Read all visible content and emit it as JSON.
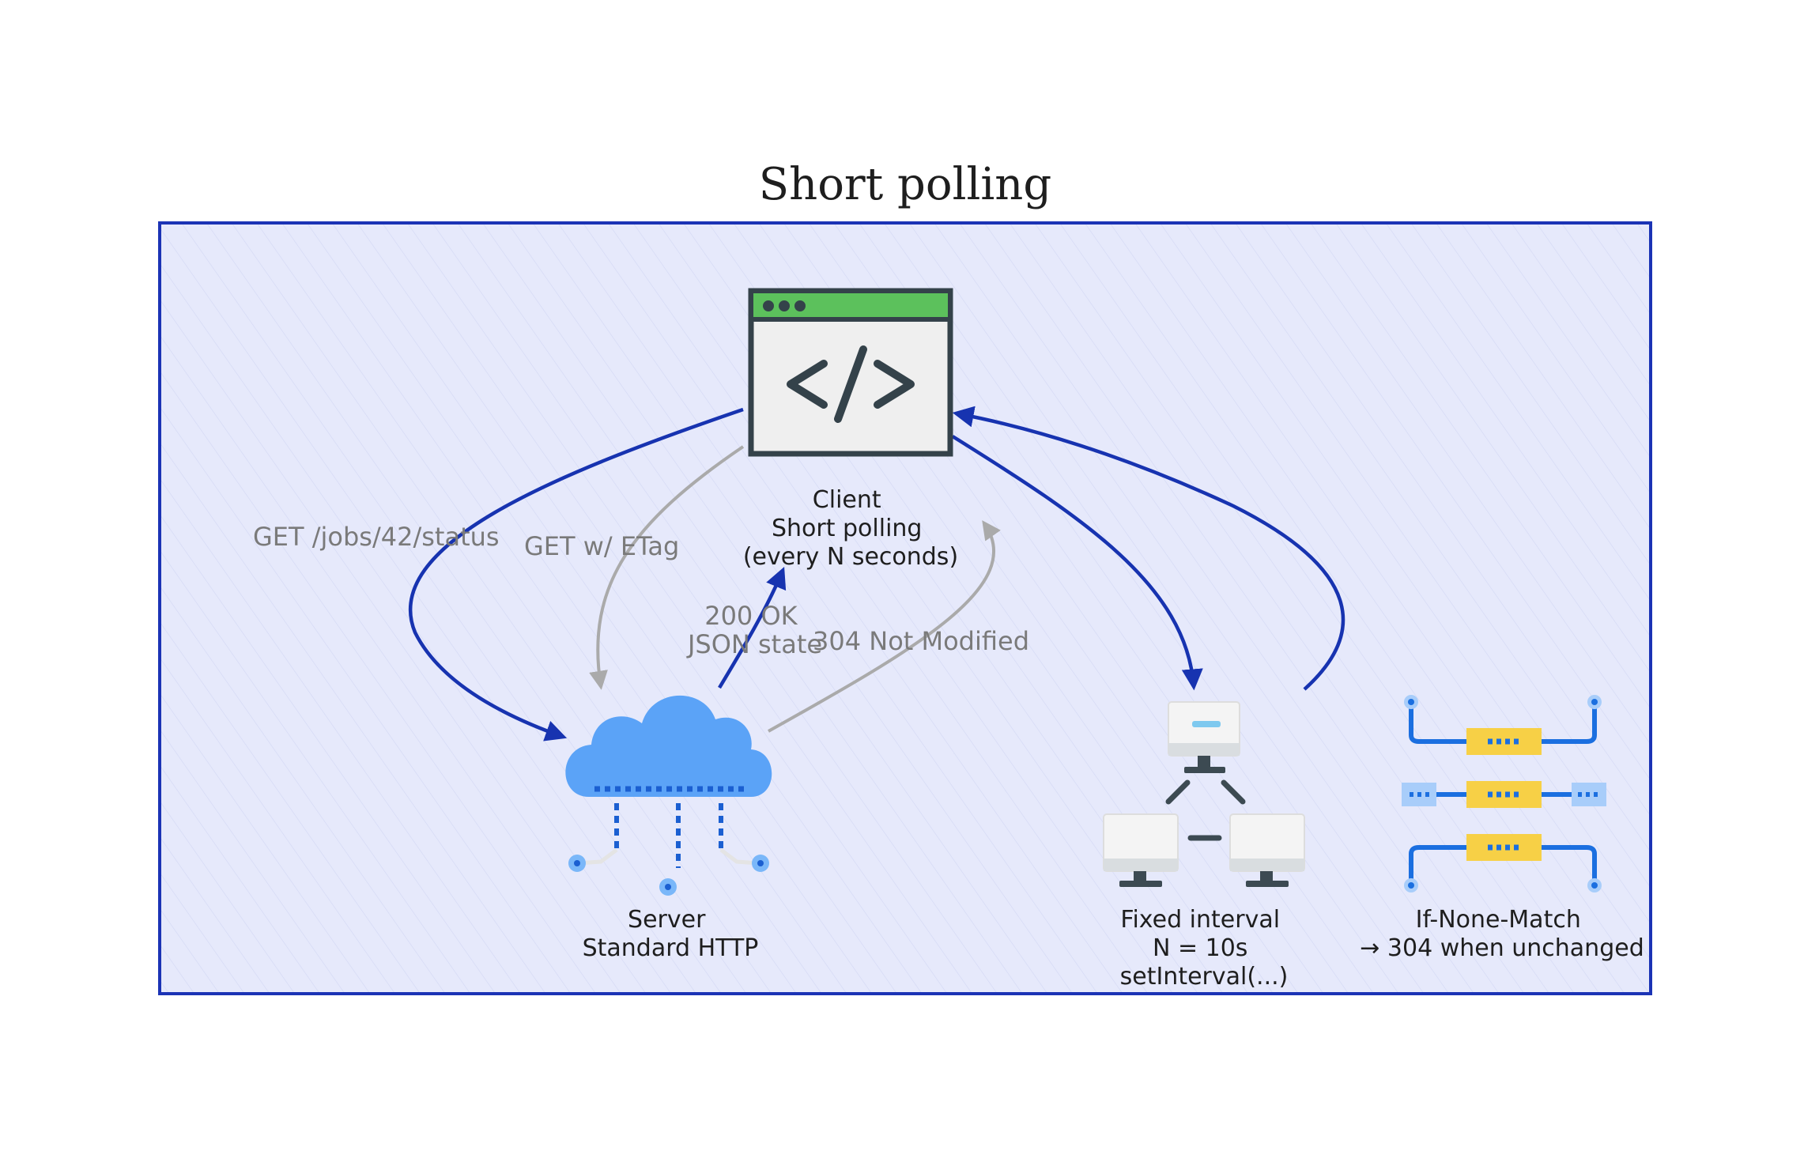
{
  "title": "Short polling",
  "colors": {
    "frame_fill": "#e6e9fb",
    "frame_stroke": "#1b33b5",
    "arrow_primary": "#1733b0",
    "arrow_secondary": "#aaaaaa",
    "browser_bar": "#5cc15c",
    "cloud": "#5ba3f7",
    "monitor": "#f2f2f2",
    "connector": "#f7d046"
  },
  "nodes": {
    "client": {
      "icon": "browser-code-icon",
      "lines": [
        "Client",
        "Short polling",
        "(every N seconds)"
      ]
    },
    "server": {
      "icon": "cloud-server-icon",
      "lines": [
        "Server",
        "Standard HTTP"
      ]
    },
    "interval": {
      "icon": "network-computers-icon",
      "lines": [
        "Fixed interval",
        "N = 10s",
        "setInterval(...)"
      ]
    },
    "etag": {
      "icon": "connector-cables-icon",
      "lines": [
        "If-None-Match",
        "→ 304 when unchanged"
      ]
    }
  },
  "edges": {
    "get_status": {
      "label": "GET /jobs/42/status"
    },
    "get_etag": {
      "label": "GET w/ ETag"
    },
    "ok": {
      "lines": [
        "200 OK",
        "JSON state"
      ]
    },
    "not_modified": {
      "label": "304 Not Modified"
    }
  }
}
